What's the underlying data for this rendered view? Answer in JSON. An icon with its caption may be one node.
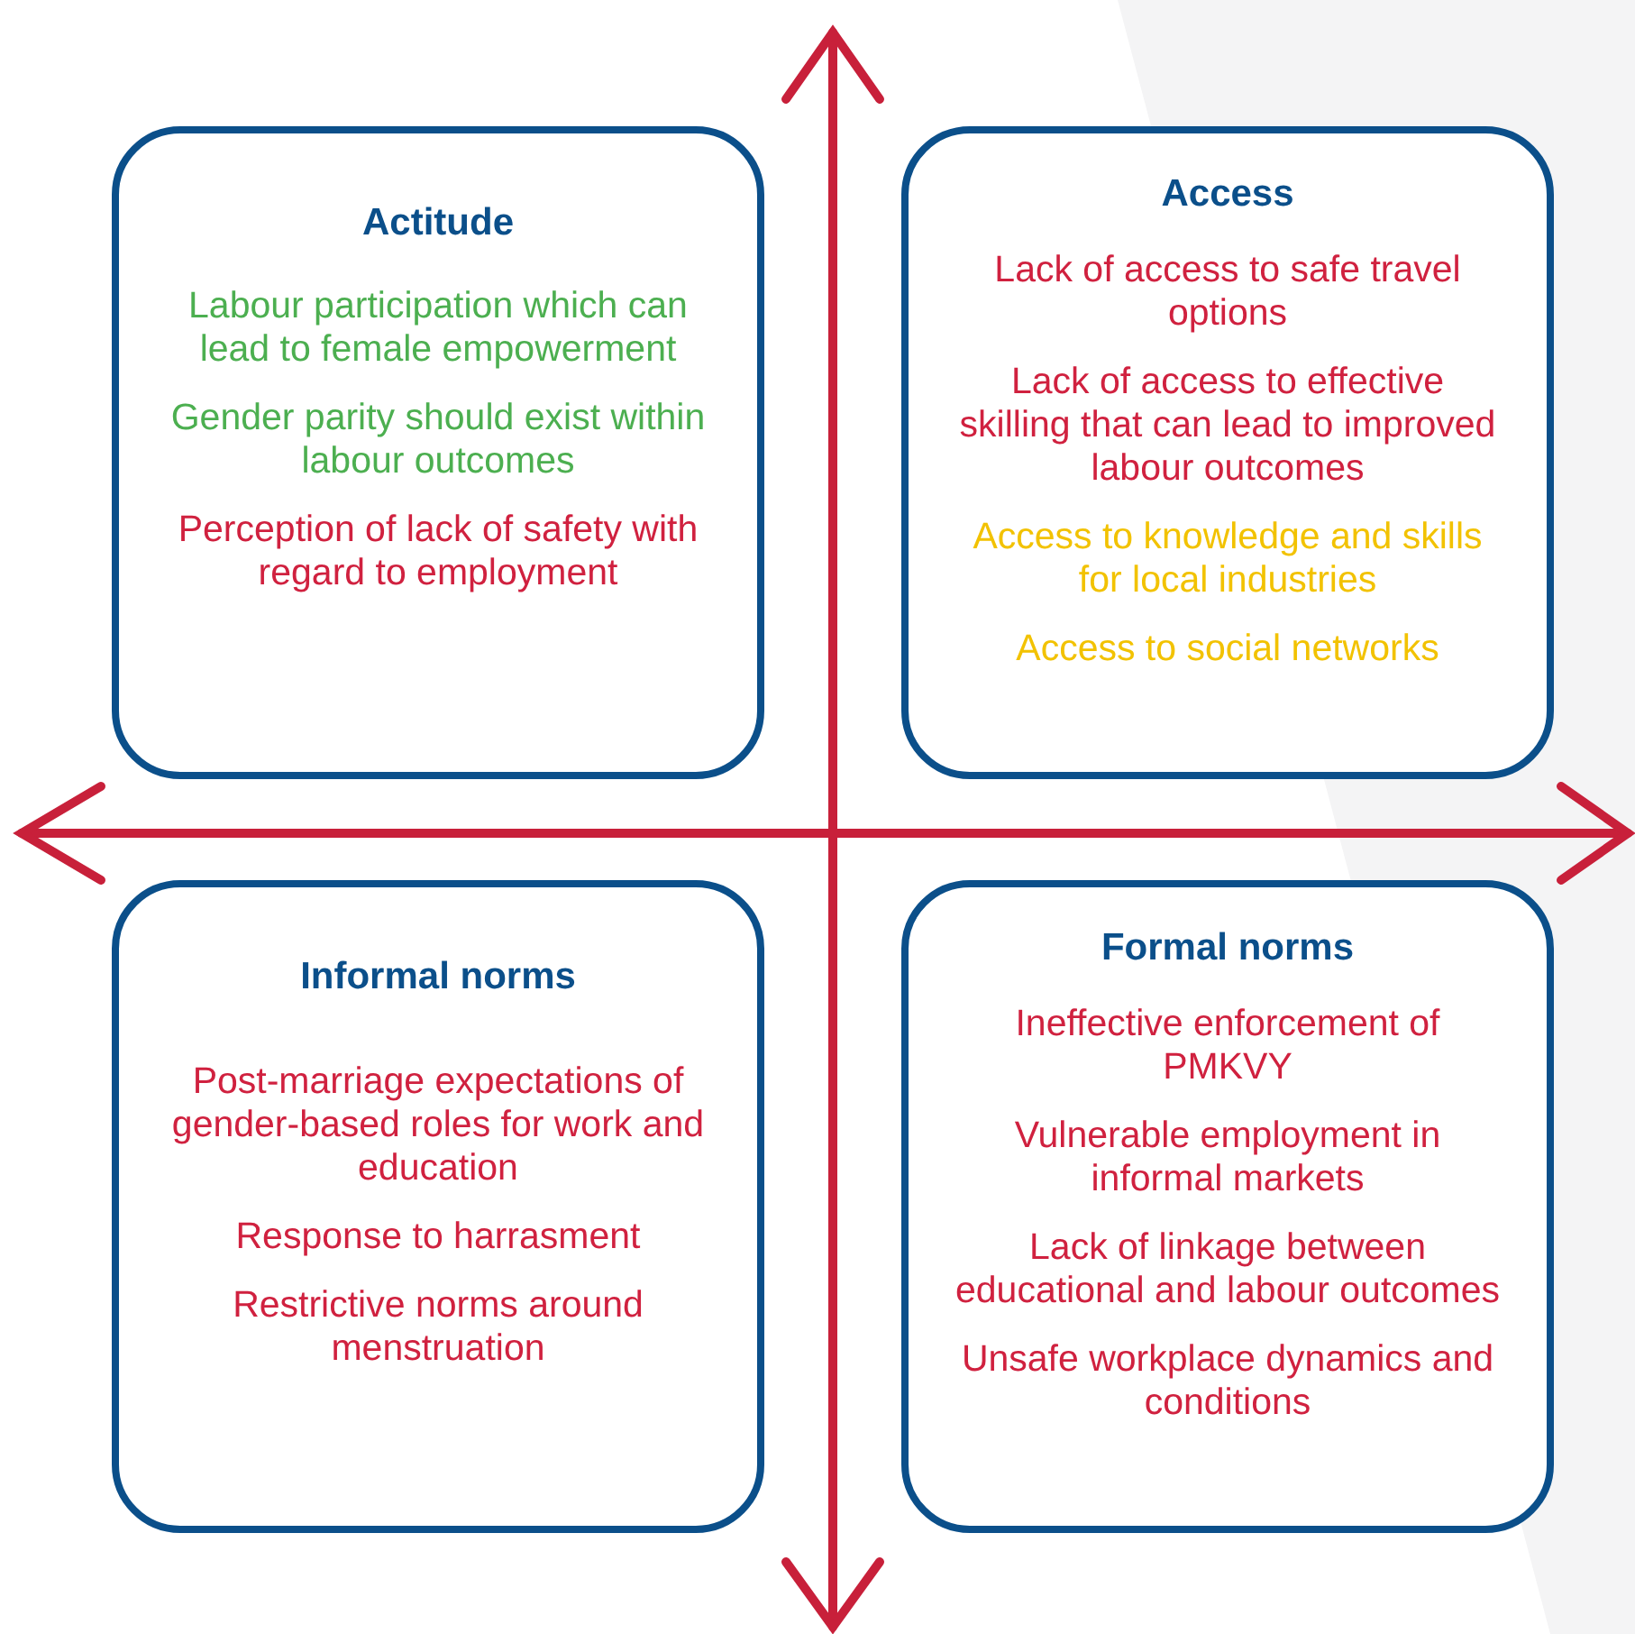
{
  "diagram": {
    "nodes": [
      {
        "text": [
          "Actitude",
          "Labour participation which can lead to female empowerment",
          "Gender parity should exist within labour outcomes",
          "Perception of lack of safety with regard to employment"
        ]
      },
      {
        "text": [
          "Access",
          "Lack of access to safe travel options",
          "Lack of access to effective skilling that can lead to improved labour outcomes",
          "Access to knowledge and skills for local industries",
          "Access to social networks"
        ]
      },
      {
        "text": [
          "Informal norms",
          "Post-marriage expectations of gender-based roles for work and education",
          "Response to harrasment",
          "Restrictive norms around menstruation"
        ]
      },
      {
        "text": [
          "Formal norms",
          "Ineffective enforcement of PMKVY",
          "Vulnerable employment in informal markets",
          "Lack of linkage between educational and labour outcomes",
          "Unsafe workplace dynamics and conditions"
        ]
      }
    ]
  }
}
